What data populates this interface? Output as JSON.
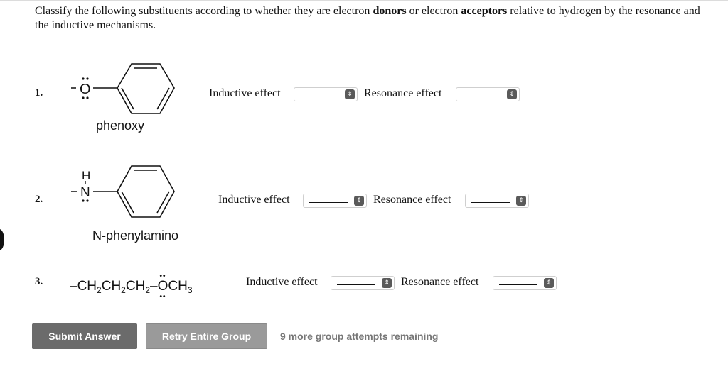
{
  "prompt": {
    "part1": "Classify the following substituents according to whether they are electron ",
    "bold1": "donors",
    "part2": " or electron ",
    "bold2": "acceptors",
    "part3": " relative to hydrogen by the resonance and the inductive mechanisms."
  },
  "items": [
    {
      "number": "1.",
      "atom": "O",
      "name": "phenoxy",
      "inductive_label": "Inductive effect",
      "inductive_value": "",
      "resonance_label": "Resonance effect",
      "resonance_value": ""
    },
    {
      "number": "2.",
      "atom": "N",
      "atom_h": "H",
      "name": "N-phenylamino",
      "inductive_label": "Inductive effect",
      "inductive_value": "",
      "resonance_label": "Resonance effect",
      "resonance_value": ""
    },
    {
      "number": "3.",
      "formula": {
        "dash": "–",
        "ch2_a": "CH",
        "sub2_a": "2",
        "ch2_b": "CH",
        "sub2_b": "2",
        "ch2_c": "CH",
        "sub2_c": "2",
        "dash2": "–",
        "o": "O",
        "ch3": "CH",
        "sub3": "3"
      },
      "inductive_label": "Inductive effect",
      "inductive_value": "",
      "resonance_label": "Resonance effect",
      "resonance_value": ""
    }
  ],
  "buttons": {
    "submit": "Submit Answer",
    "retry": "Retry Entire Group"
  },
  "attempts_text": "9 more group attempts remaining",
  "icons": {
    "select_arrow": "updown-chevron-icon"
  }
}
